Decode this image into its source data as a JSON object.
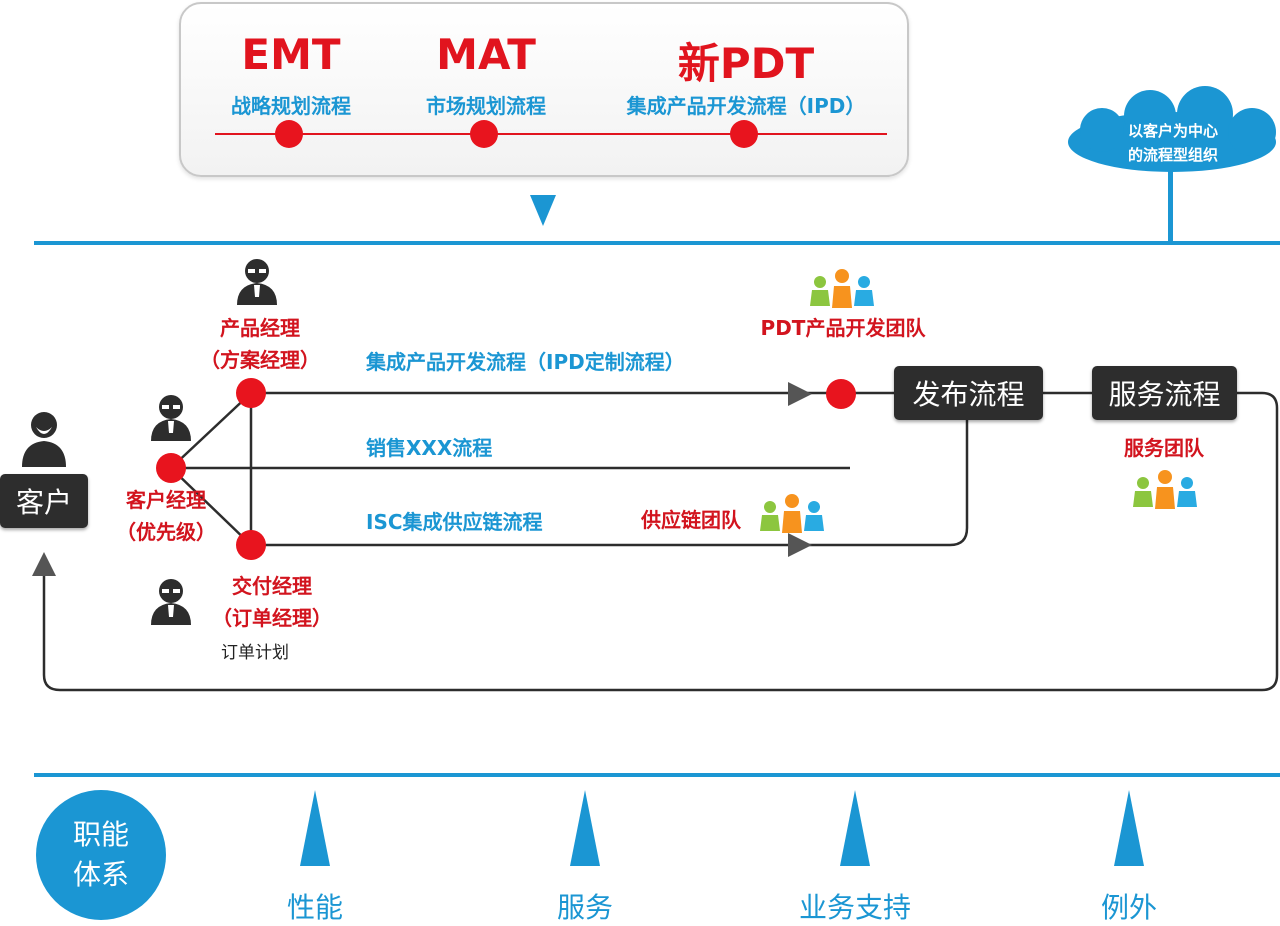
{
  "top_processes": [
    {
      "code": "EMT",
      "name": "战略规划流程"
    },
    {
      "code": "MAT",
      "name": "市场规划流程"
    },
    {
      "code": "新PDT",
      "name": "集成产品开发流程（IPD）"
    }
  ],
  "cloud": {
    "line1": "以客户为中心",
    "line2": "的流程型组织"
  },
  "roles": {
    "product_manager": {
      "line1": "产品经理",
      "line2": "（方案经理）"
    },
    "account_manager": {
      "line1": "客户经理",
      "line2": "（优先级）"
    },
    "delivery_manager": {
      "line1": "交付经理",
      "line2": "（订单经理）"
    },
    "order_plan": "订单计划"
  },
  "flows": {
    "ipd": "集成产品开发流程（IPD定制流程）",
    "sales": "销售XXX流程",
    "isc": "ISC集成供应链流程"
  },
  "teams": {
    "pdt": "PDT产品开发团队",
    "supply": "供应链团队",
    "service": "服务团队"
  },
  "boxes": {
    "customer": "客户",
    "release": "发布流程",
    "service": "服务流程"
  },
  "bottom": {
    "circle_line1": "职能",
    "circle_line2": "体系",
    "labels": [
      "性能",
      "服务",
      "业务支持",
      "例外"
    ]
  },
  "colors": {
    "accent_blue": "#1b96d3",
    "red": "#e1141e",
    "dark": "#2d2d2d"
  }
}
